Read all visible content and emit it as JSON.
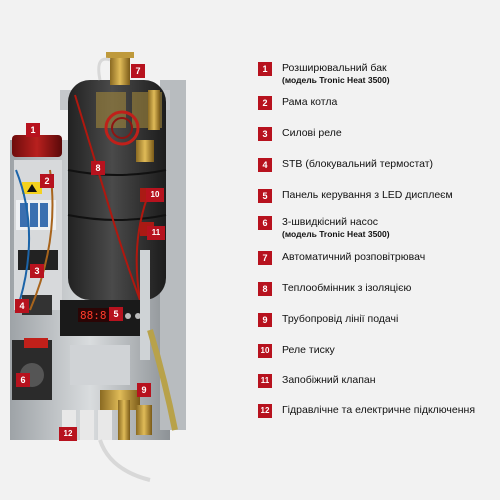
{
  "legend": [
    {
      "num": "1",
      "label": "Розширювальний бак",
      "sublabel": "(модель Tronic Heat 3500)"
    },
    {
      "num": "2",
      "label": "Рама котла",
      "sublabel": ""
    },
    {
      "num": "3",
      "label": "Силові реле",
      "sublabel": ""
    },
    {
      "num": "4",
      "label": "STB (блокувальний термостат)",
      "sublabel": ""
    },
    {
      "num": "5",
      "label": "Панель керування з LED дисплеєм",
      "sublabel": ""
    },
    {
      "num": "6",
      "label": "3-швидкісний насос",
      "sublabel": "(модель Tronic Heat 3500)"
    },
    {
      "num": "7",
      "label": "Автоматичний розповітрювач",
      "sublabel": ""
    },
    {
      "num": "8",
      "label": "Теплообмінник з ізоляцією",
      "sublabel": ""
    },
    {
      "num": "9",
      "label": "Трубопровід лінії подачі",
      "sublabel": ""
    },
    {
      "num": "10",
      "label": "Реле тиску",
      "sublabel": ""
    },
    {
      "num": "11",
      "label": "Запобіжний клапан",
      "sublabel": ""
    },
    {
      "num": "12",
      "label": "Гідравлічне та електричне підключення",
      "sublabel": ""
    }
  ],
  "callouts": [
    "1",
    "2",
    "3",
    "4",
    "5",
    "6",
    "7",
    "8",
    "9",
    "10",
    "11",
    "12"
  ],
  "display": {
    "readout": "88:8"
  },
  "colors": {
    "accent": "#b7121e"
  }
}
